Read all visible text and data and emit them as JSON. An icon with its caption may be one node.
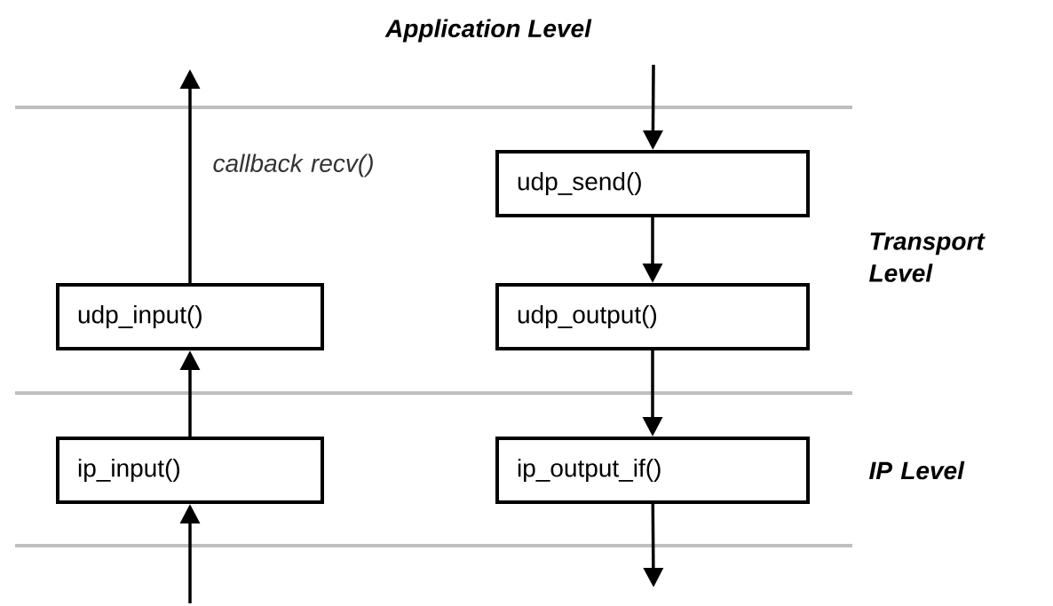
{
  "diagram": {
    "nodes": [
      {
        "text": [
          "udp_input()"
        ]
      },
      {
        "text": [
          "ip_input()"
        ]
      },
      {
        "text": [
          "udp_send()"
        ]
      },
      {
        "text": [
          "udp_output()"
        ]
      },
      {
        "text": [
          "ip_output_if()"
        ]
      }
    ],
    "edges": [
      {
        "from": 0,
        "to": null,
        "arrow": "to",
        "label": "callback recv()"
      },
      {
        "from": 1,
        "to": 0,
        "arrow": "to"
      },
      {
        "from": null,
        "to": 1,
        "arrow": "to"
      },
      {
        "from": null,
        "to": 2,
        "arrow": "to"
      },
      {
        "from": 2,
        "to": 3,
        "arrow": "to"
      },
      {
        "from": 3,
        "to": 4,
        "arrow": "to"
      },
      {
        "from": 4,
        "to": null,
        "arrow": "to"
      }
    ],
    "labels": [
      "Application Level",
      "Transport Level",
      "IP Level"
    ]
  }
}
